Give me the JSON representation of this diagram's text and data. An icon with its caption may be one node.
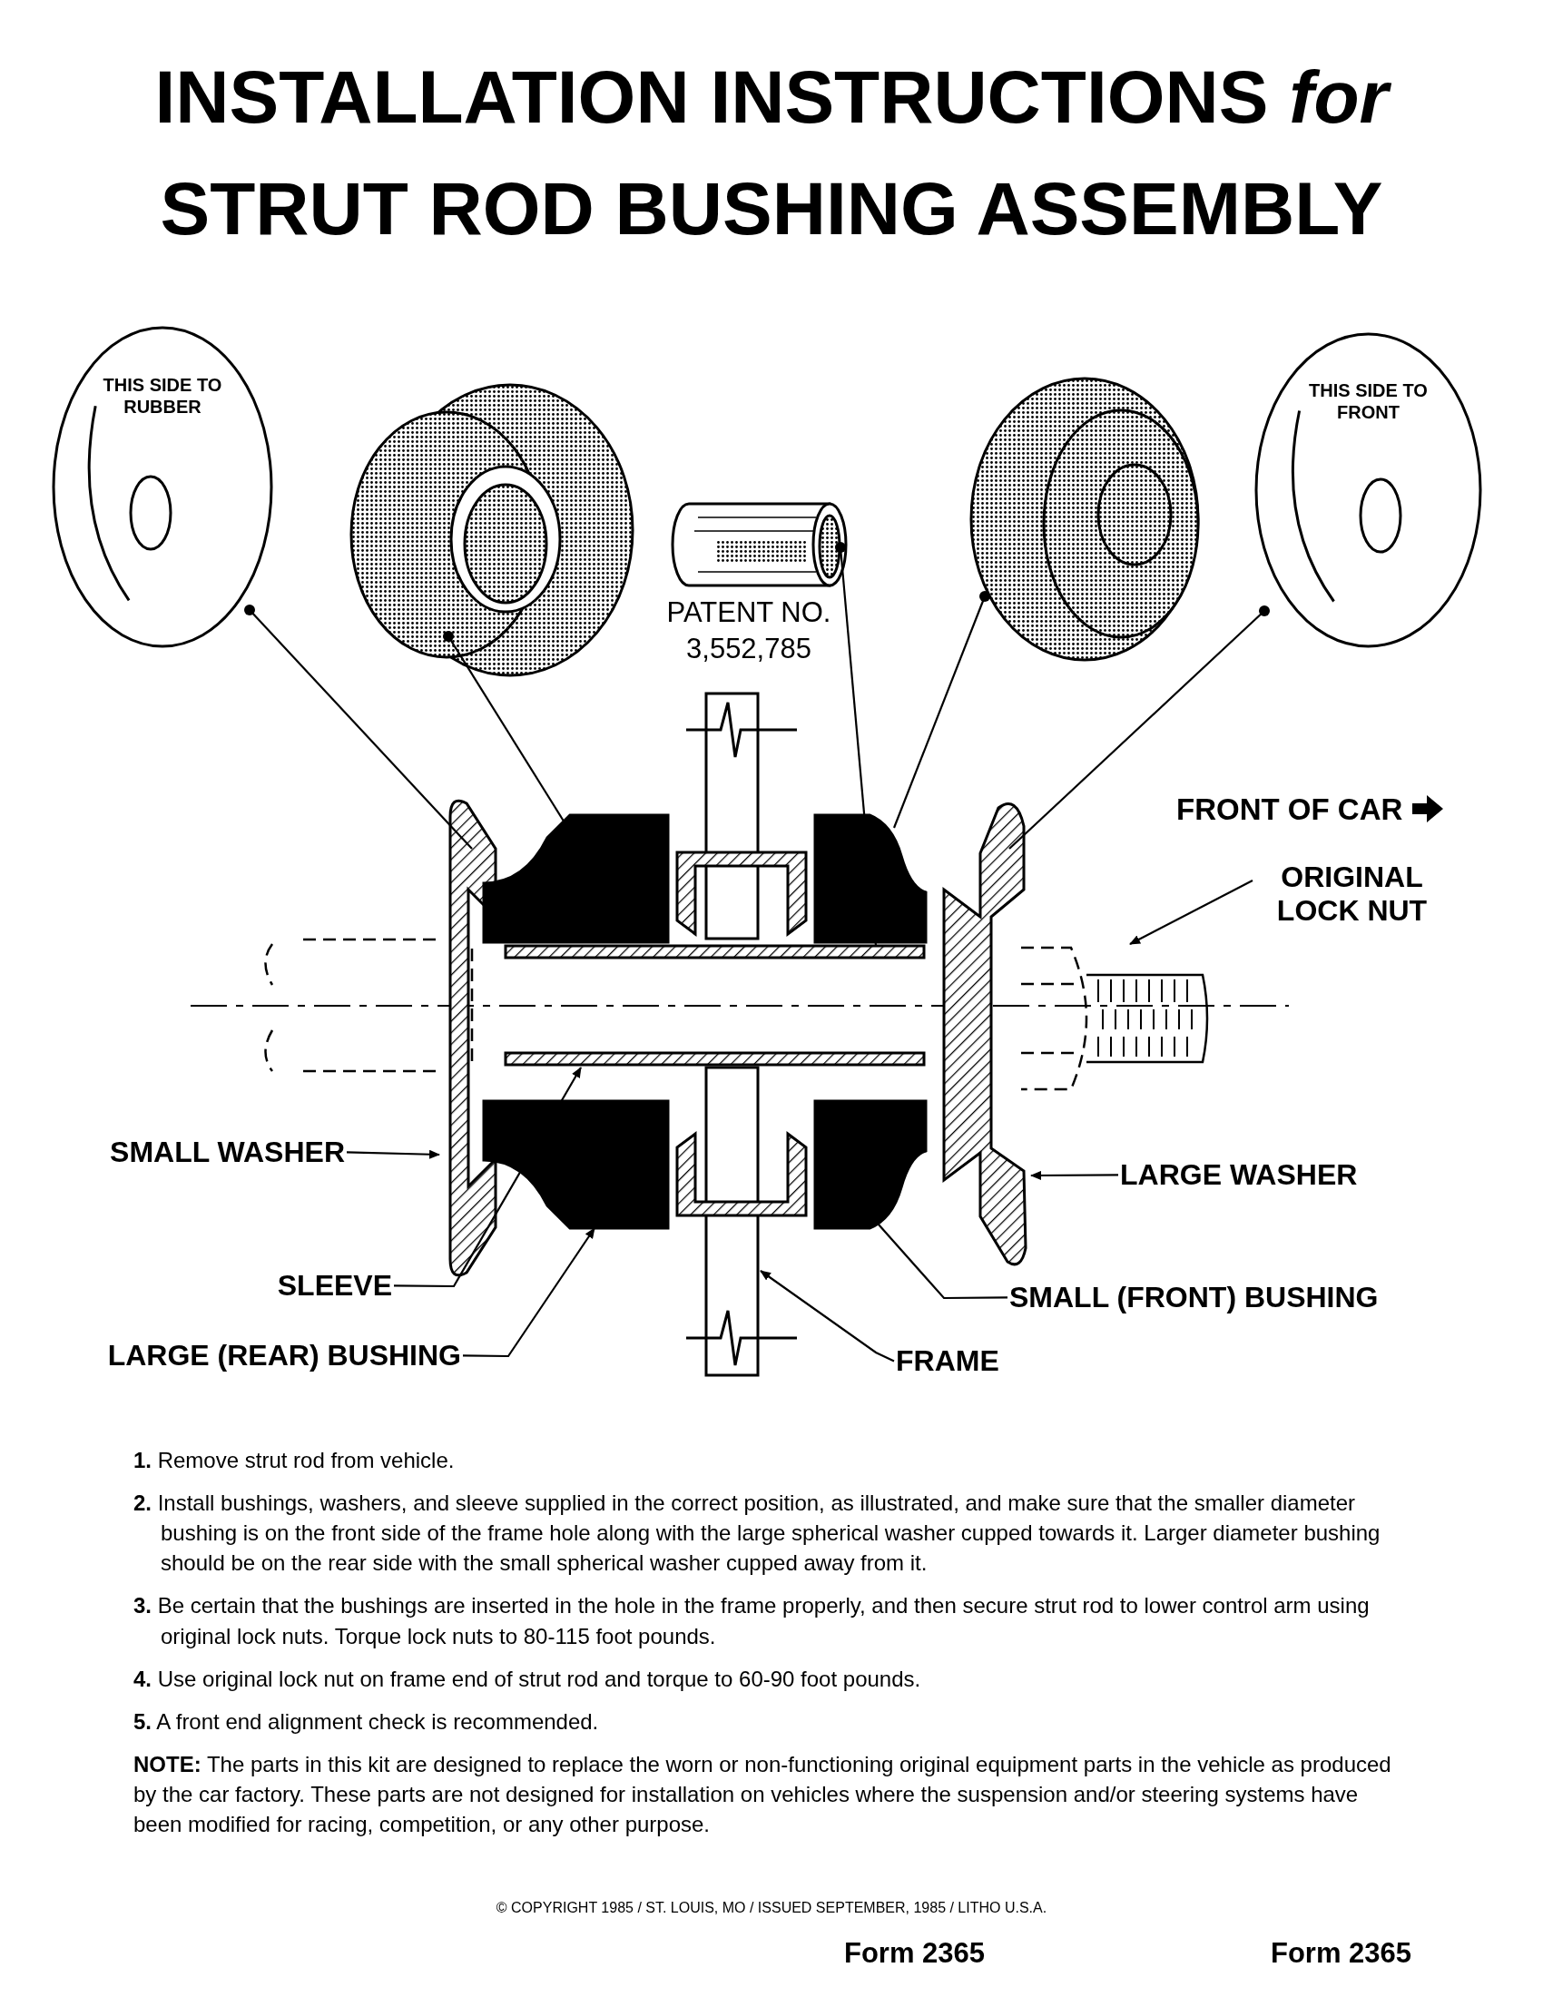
{
  "diagram": {
    "title": "INSTALLATION INSTRUCTIONS *for* STRUT ROD BUSHING ASSEMBLY",
    "nodes": [
      {
        "text": [
          "THIS SIDE TO RUBBER"
        ]
      },
      {
        "text": [],
        "shape": "picture"
      },
      {
        "text": [],
        "shape": "picture"
      },
      {
        "text": [],
        "shape": "picture"
      },
      {
        "text": [
          "THIS SIDE TO FRONT"
        ]
      },
      {
        "text": [],
        "shape": "picture"
      },
      {
        "text": [],
        "shape": "picture"
      },
      {
        "text": [],
        "shape": "picture"
      },
      {
        "text": [],
        "shape": "picture"
      },
      {
        "text": [],
        "shape": "picture"
      },
      {
        "text": [],
        "shape": "picture"
      },
      {
        "text": [],
        "shape": "picture"
      },
      {
        "text": [
          "SMALL WASHER"
        ]
      },
      {
        "text": [
          "LARGE WASHER"
        ]
      },
      {
        "text": [
          "SLEEVE"
        ]
      },
      {
        "text": [
          "LARGE (REAR) BUSHING"
        ]
      },
      {
        "text": [
          "SMALL (FRONT) BUSHING"
        ]
      },
      {
        "text": [
          "FRAME"
        ]
      },
      {
        "text": [
          "ORIGINAL LOCK NUT"
        ]
      }
    ],
    "edges": [
      {
        "from": 0,
        "to": 5,
        "arrow": "other"
      },
      {
        "from": 1,
        "to": 6,
        "arrow": "other"
      },
      {
        "from": 2,
        "to": 9,
        "arrow": "other"
      },
      {
        "from": 3,
        "to": 8,
        "arrow": "other"
      },
      {
        "from": 4,
        "to": 10,
        "arrow": "other"
      },
      {
        "from": 12,
        "to": 5,
        "arrow": "to"
      },
      {
        "from": 13,
        "to": 10,
        "arrow": "to"
      },
      {
        "from": 14,
        "to": 9,
        "arrow": "to"
      },
      {
        "from": 15,
        "to": 6,
        "arrow": "to"
      },
      {
        "from": 16,
        "to": 8,
        "arrow": "to"
      },
      {
        "from": 17,
        "to": 7,
        "arrow": "to"
      },
      {
        "from": 18,
        "to": 11,
        "arrow": "to"
      }
    ],
    "labels": [
      "PATENT NO. 3,552,785",
      "FRONT OF CAR",
      "**1.** Remove strut rod from vehicle.",
      "**2.** Install bushings, washers, and sleeve supplied in the correct position, as illustrated, and make sure that the smaller diameter bushing is on the front side of the frame hole along with the large spherical washer cupped towards it. Larger diameter bushing should be on the rear side with the small spherical washer cupped away from it.",
      "**3.** Be certain that the bushings are inserted in the hole in the frame properly, and then secure strut rod to lower control arm using original lock nuts. Torque lock nuts to 80-115 foot pounds.",
      "**4.** Use original lock nut on frame end of strut rod and torque to 60-90 foot pounds.",
      "**5.** A front end alignment check is recommended.",
      "**NOTE:** The parts in this kit are designed to replace the worn or non-functioning original equipment parts in the vehicle as produced by the car factory. These parts are not designed for installation on vehicles where the suspension and/or steering systems have been modified for racing, competition, or any other purpose.",
      "© COPYRIGHT 1985 / ST. LOUIS, MO / ISSUED SEPTEMBER, 1985 / LITHO U.S.A.",
      "Form 2365",
      "Form 2365"
    ]
  }
}
